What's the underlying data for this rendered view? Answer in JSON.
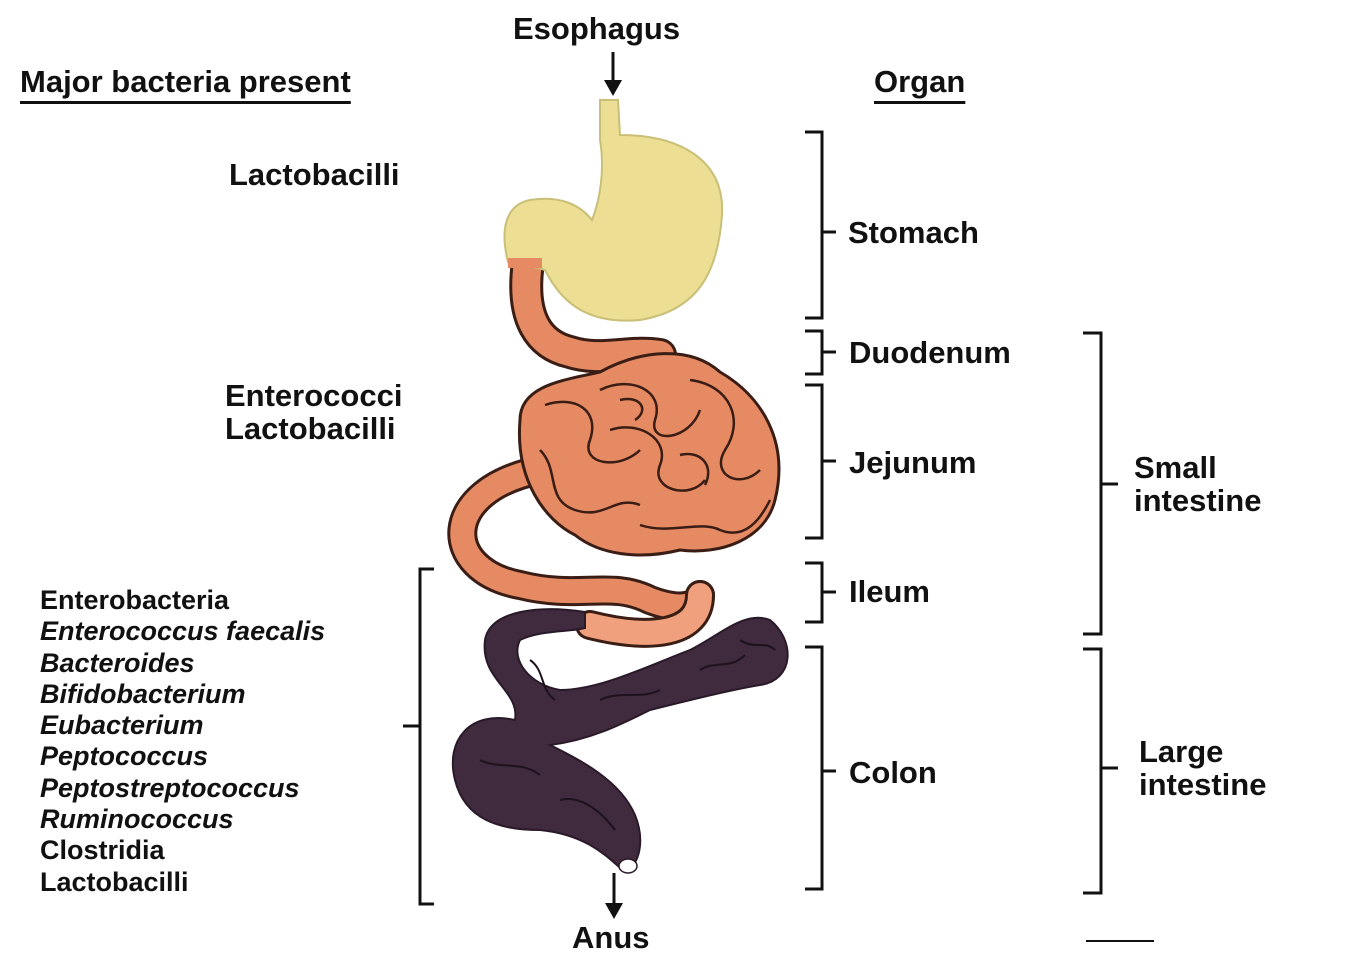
{
  "headers": {
    "bacteria": "Major bacteria present",
    "organ": "Organ",
    "esophagus": "Esophagus",
    "anus": "Anus"
  },
  "bacteria_groups": {
    "stomach": [
      "Lactobacilli"
    ],
    "small_intestine": [
      "Enterococci",
      "Lactobacilli"
    ],
    "colon": [
      {
        "name": "Enterobacteria",
        "italic": false
      },
      {
        "name": "Enterococcus faecalis",
        "italic": true
      },
      {
        "name": "Bacteroides",
        "italic": true
      },
      {
        "name": "Bifidobacterium",
        "italic": true
      },
      {
        "name": "Eubacterium",
        "italic": true
      },
      {
        "name": "Peptococcus",
        "italic": true
      },
      {
        "name": "Peptostreptococcus",
        "italic": true
      },
      {
        "name": "Ruminococcus",
        "italic": true
      },
      {
        "name": "Clostridia",
        "italic": false
      },
      {
        "name": "Lactobacilli",
        "italic": false
      }
    ]
  },
  "organs": {
    "stomach": "Stomach",
    "duodenum": "Duodenum",
    "jejunum": "Jejunum",
    "ileum": "Ileum",
    "colon": "Colon"
  },
  "regions": {
    "small_intestine": [
      "Small",
      "intestine"
    ],
    "large_intestine": [
      "Large",
      "intestine"
    ]
  },
  "colors": {
    "stomach_fill": "#ecdf94",
    "small_intestine_fill": "#e58a63",
    "ileum_end_fill": "#f0a07c",
    "colon_fill": "#3f2a3e",
    "outline": "#3a1d14",
    "bracket": "#111111"
  }
}
